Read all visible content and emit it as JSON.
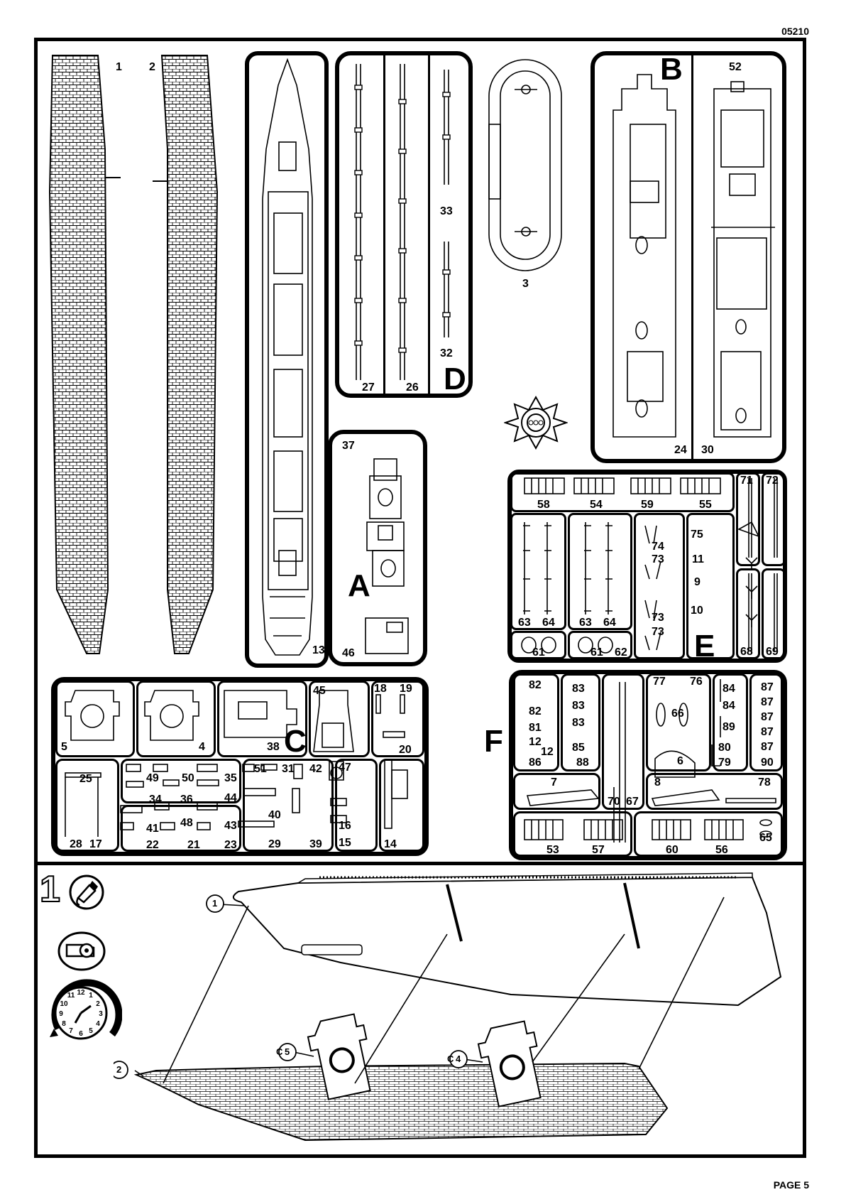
{
  "header": {
    "doc_code": "05210",
    "page": "PAGE 5"
  },
  "hulls": {
    "left_number": "1",
    "right_number": "2"
  },
  "deck_part": "13",
  "sprue_D": {
    "letter": "D",
    "parts": [
      "27",
      "26",
      "33",
      "32"
    ]
  },
  "oval_part": "3",
  "sprue_A": {
    "letter": "A",
    "parts": [
      "37",
      "46"
    ]
  },
  "sprue_B": {
    "letter": "B",
    "parts": [
      "52",
      "24",
      "30"
    ]
  },
  "sprue_E": {
    "letter": "E",
    "top_row": [
      "58",
      "54",
      "59",
      "55"
    ],
    "right_top": [
      "71",
      "72"
    ],
    "right_bottom": [
      "68",
      "69"
    ],
    "davit_cell_1": [
      "63",
      "64"
    ],
    "davit_cell_2": [
      "63",
      "64"
    ],
    "bottom_1": [
      "61"
    ],
    "bottom_2": [
      "61",
      "62"
    ],
    "mid_col": [
      "74",
      "73",
      "73",
      "73"
    ],
    "prop_col": [
      "75",
      "11",
      "9",
      "10"
    ]
  },
  "sprue_C": {
    "letter": "C",
    "row1": [
      "5",
      "4",
      "38",
      "45",
      "18",
      "19",
      "20"
    ],
    "row2": [
      "25",
      "28",
      "17",
      "49",
      "50",
      "35",
      "34",
      "36",
      "44",
      "41",
      "48",
      "43",
      "22",
      "21",
      "23",
      "51",
      "31",
      "42",
      "40",
      "29",
      "39",
      "47",
      "16",
      "15",
      "14"
    ]
  },
  "sprue_F": {
    "letter": "F",
    "col1": [
      "82",
      "82",
      "81",
      "12",
      "12",
      "86"
    ],
    "col2": [
      "83",
      "83",
      "83",
      "85",
      "88"
    ],
    "col3": [
      "70",
      "67"
    ],
    "col4": [
      "77",
      "76",
      "66",
      "6"
    ],
    "col5": [
      "84",
      "84",
      "89",
      "80",
      "79"
    ],
    "col6": [
      "87",
      "87",
      "87",
      "87",
      "87",
      "90"
    ],
    "mid": [
      "7",
      "8",
      "78"
    ],
    "bottom": [
      "53",
      "57",
      "60",
      "56",
      "65"
    ]
  },
  "step": {
    "number": "1",
    "callouts": {
      "hull_right": "1",
      "hull_left": "2",
      "bulkhead_a": "5",
      "bulkhead_b": "4"
    },
    "sprue_ref": "C",
    "icons": [
      "glue-icon",
      "tape-icon",
      "clock-icon"
    ]
  }
}
